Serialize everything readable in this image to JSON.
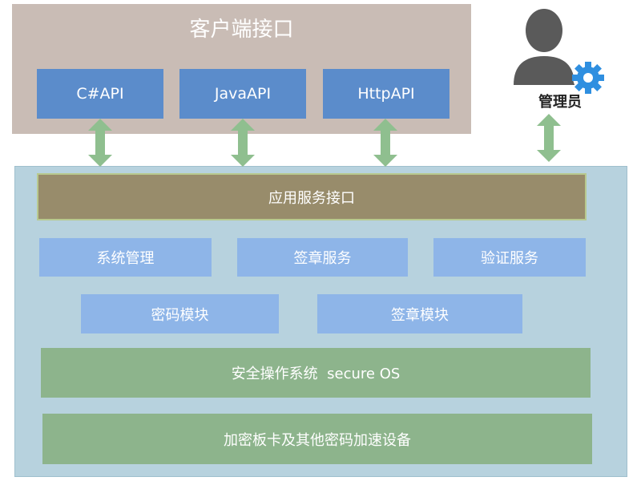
{
  "client": {
    "title": "客户端接口",
    "apis": [
      "C#API",
      "JavaAPI",
      "HttpAPI"
    ]
  },
  "admin": {
    "label": "管理员"
  },
  "server": {
    "service_interface": "应用服务接口",
    "row1": [
      "系统管理",
      "签章服务",
      "验证服务"
    ],
    "row2": [
      "密码模块",
      "签章模块"
    ],
    "os": "安全操作系统  secure OS",
    "hardware": "加密板卡及其他密码加速设备"
  },
  "colors": {
    "client_panel": "#c9bcb5",
    "api_box": "#5b8ccb",
    "server_panel": "#b7d2de",
    "service_interface": "#988c6b",
    "module": "#8eb5e8",
    "green_layer": "#8db48c",
    "arrow": "#8fbf8f",
    "admin_figure": "#5a5a5a",
    "gear": "#2f8fe0"
  },
  "icons": {
    "arrows": "double-headed-vertical-arrow",
    "admin": "user-with-gear-icon"
  }
}
